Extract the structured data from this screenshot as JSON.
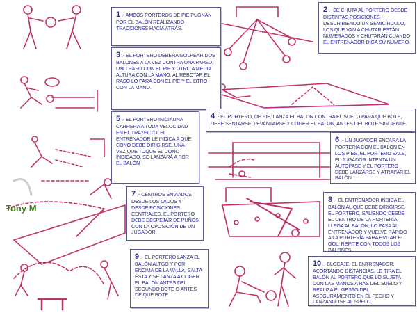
{
  "watermark": "Tony M",
  "colors": {
    "ink": "#c0306a",
    "text": "#2b2b8c",
    "border": "#5a5a8a",
    "watermark": "#3f7f1a"
  },
  "exercises": [
    {
      "num": "1",
      "text": ".- Ambos porteros de pie pugnan por el balón realizando tracciones hacia atrás."
    },
    {
      "num": "2",
      "text": ".- Se chuta al portero desde distintas posiciones describiendo un semicírculo, los que van a chutar están numerados y chutaran cuando el entrenador diga su número."
    },
    {
      "num": "3",
      "text": ".- El portero debera golpear dos balones a la vez contra una pared, uno raso con el pie y otro a media altura con la mano, al rebotar el raso lo para con el pie y el otro con la mano."
    },
    {
      "num": "4",
      "text": ".- El portero, de pie, lanza el balon contra el suelo para que bote, debe sentarse, levantarse y coger el balon, antes del bote siguiente."
    },
    {
      "num": "5",
      "text": ".- El portero iniciauna carrera a toda velocidad en el trayecto, el entrenador le indica a que cono debe dirigirse, una vez que toque el cono indicado, se lanzará a por el balón"
    },
    {
      "num": "6",
      "text": ".- Un jugador encara la porteria con el balon en los pies, el portero sale, el jugador intenta un autopase y el portero debe lanzarse y atrapar el balón."
    },
    {
      "num": "7",
      "text": ".- Centros enviados desde los lados y desde posiciones centrales. El portero debe despejar de puños con la oposición de un jugador."
    },
    {
      "num": "8",
      "text": ".- El entrenador indica el balón al que debe dirigirse, el portero, saliendo desde el centro de la portería, llega al balón, lo pasa al entrenador y vuelve rápido a la portería para evitar el gol. Repite con todos los balones."
    },
    {
      "num": "9",
      "text": ".- El portero lanza el balón altgo y por encima de la valla, salta ésta y se lanza a coger el balón antes del segundo bote o antes de que bote."
    },
    {
      "num": "10",
      "text": ".- Blocaje: el entrenador, acortando distancias, le tira el balón al portero que lo sujeta con las manos a ras del suelo y realiza el gesto del aseguramiento en el pecho y lanzandose al suelo."
    }
  ]
}
